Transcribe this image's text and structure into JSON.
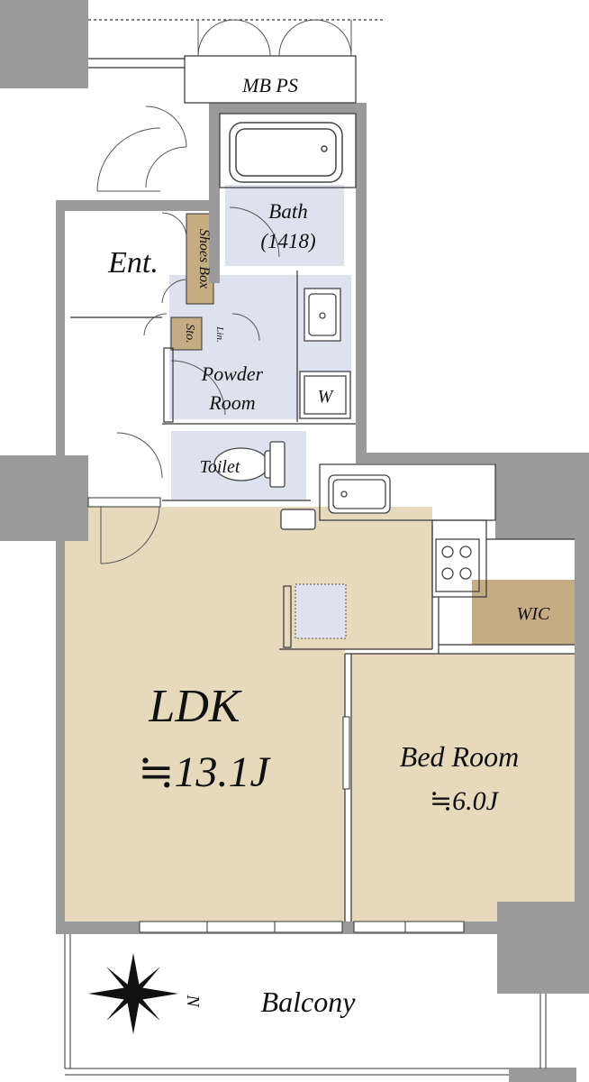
{
  "labels": {
    "mbps": "MB PS",
    "bath": "Bath",
    "bath_size": "(1418)",
    "ent": "Ent.",
    "shoes_box": "Shoes Box",
    "sto": "Sto.",
    "lin": "Lin.",
    "powder_1": "Powder",
    "powder_2": "Room",
    "washer": "W",
    "toilet": "Toilet",
    "wic": "WIC",
    "ldk": "LDK",
    "ldk_size": "≒13.1J",
    "bed": "Bed Room",
    "bed_size": "≒6.0J",
    "balcony": "Balcony",
    "north": "N"
  },
  "colors": {
    "wall": "#9a9a9a",
    "living_floor": "#e6d9bc",
    "wet_floor": "#dde2ee",
    "storage": "#c6ac83",
    "line": "#333333"
  }
}
